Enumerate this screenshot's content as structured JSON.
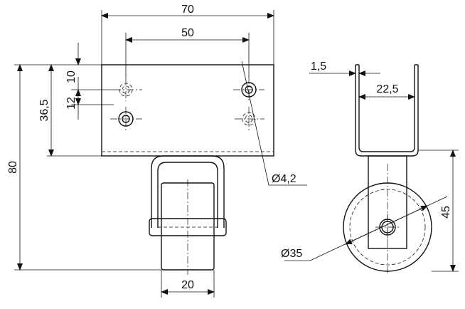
{
  "drawing": {
    "dimensions": {
      "overall_width": "70",
      "hole_spacing": "50",
      "edge_to_hole": "10",
      "hole_offset": "12",
      "plate_to_hole_height": "36,5",
      "total_height": "80",
      "sheet_thickness": "1,5",
      "inner_width": "22,5",
      "hole_diameter": "Ø4,2",
      "wheel_diameter": "Ø35",
      "axle_height": "45",
      "wheel_width": "20"
    }
  }
}
